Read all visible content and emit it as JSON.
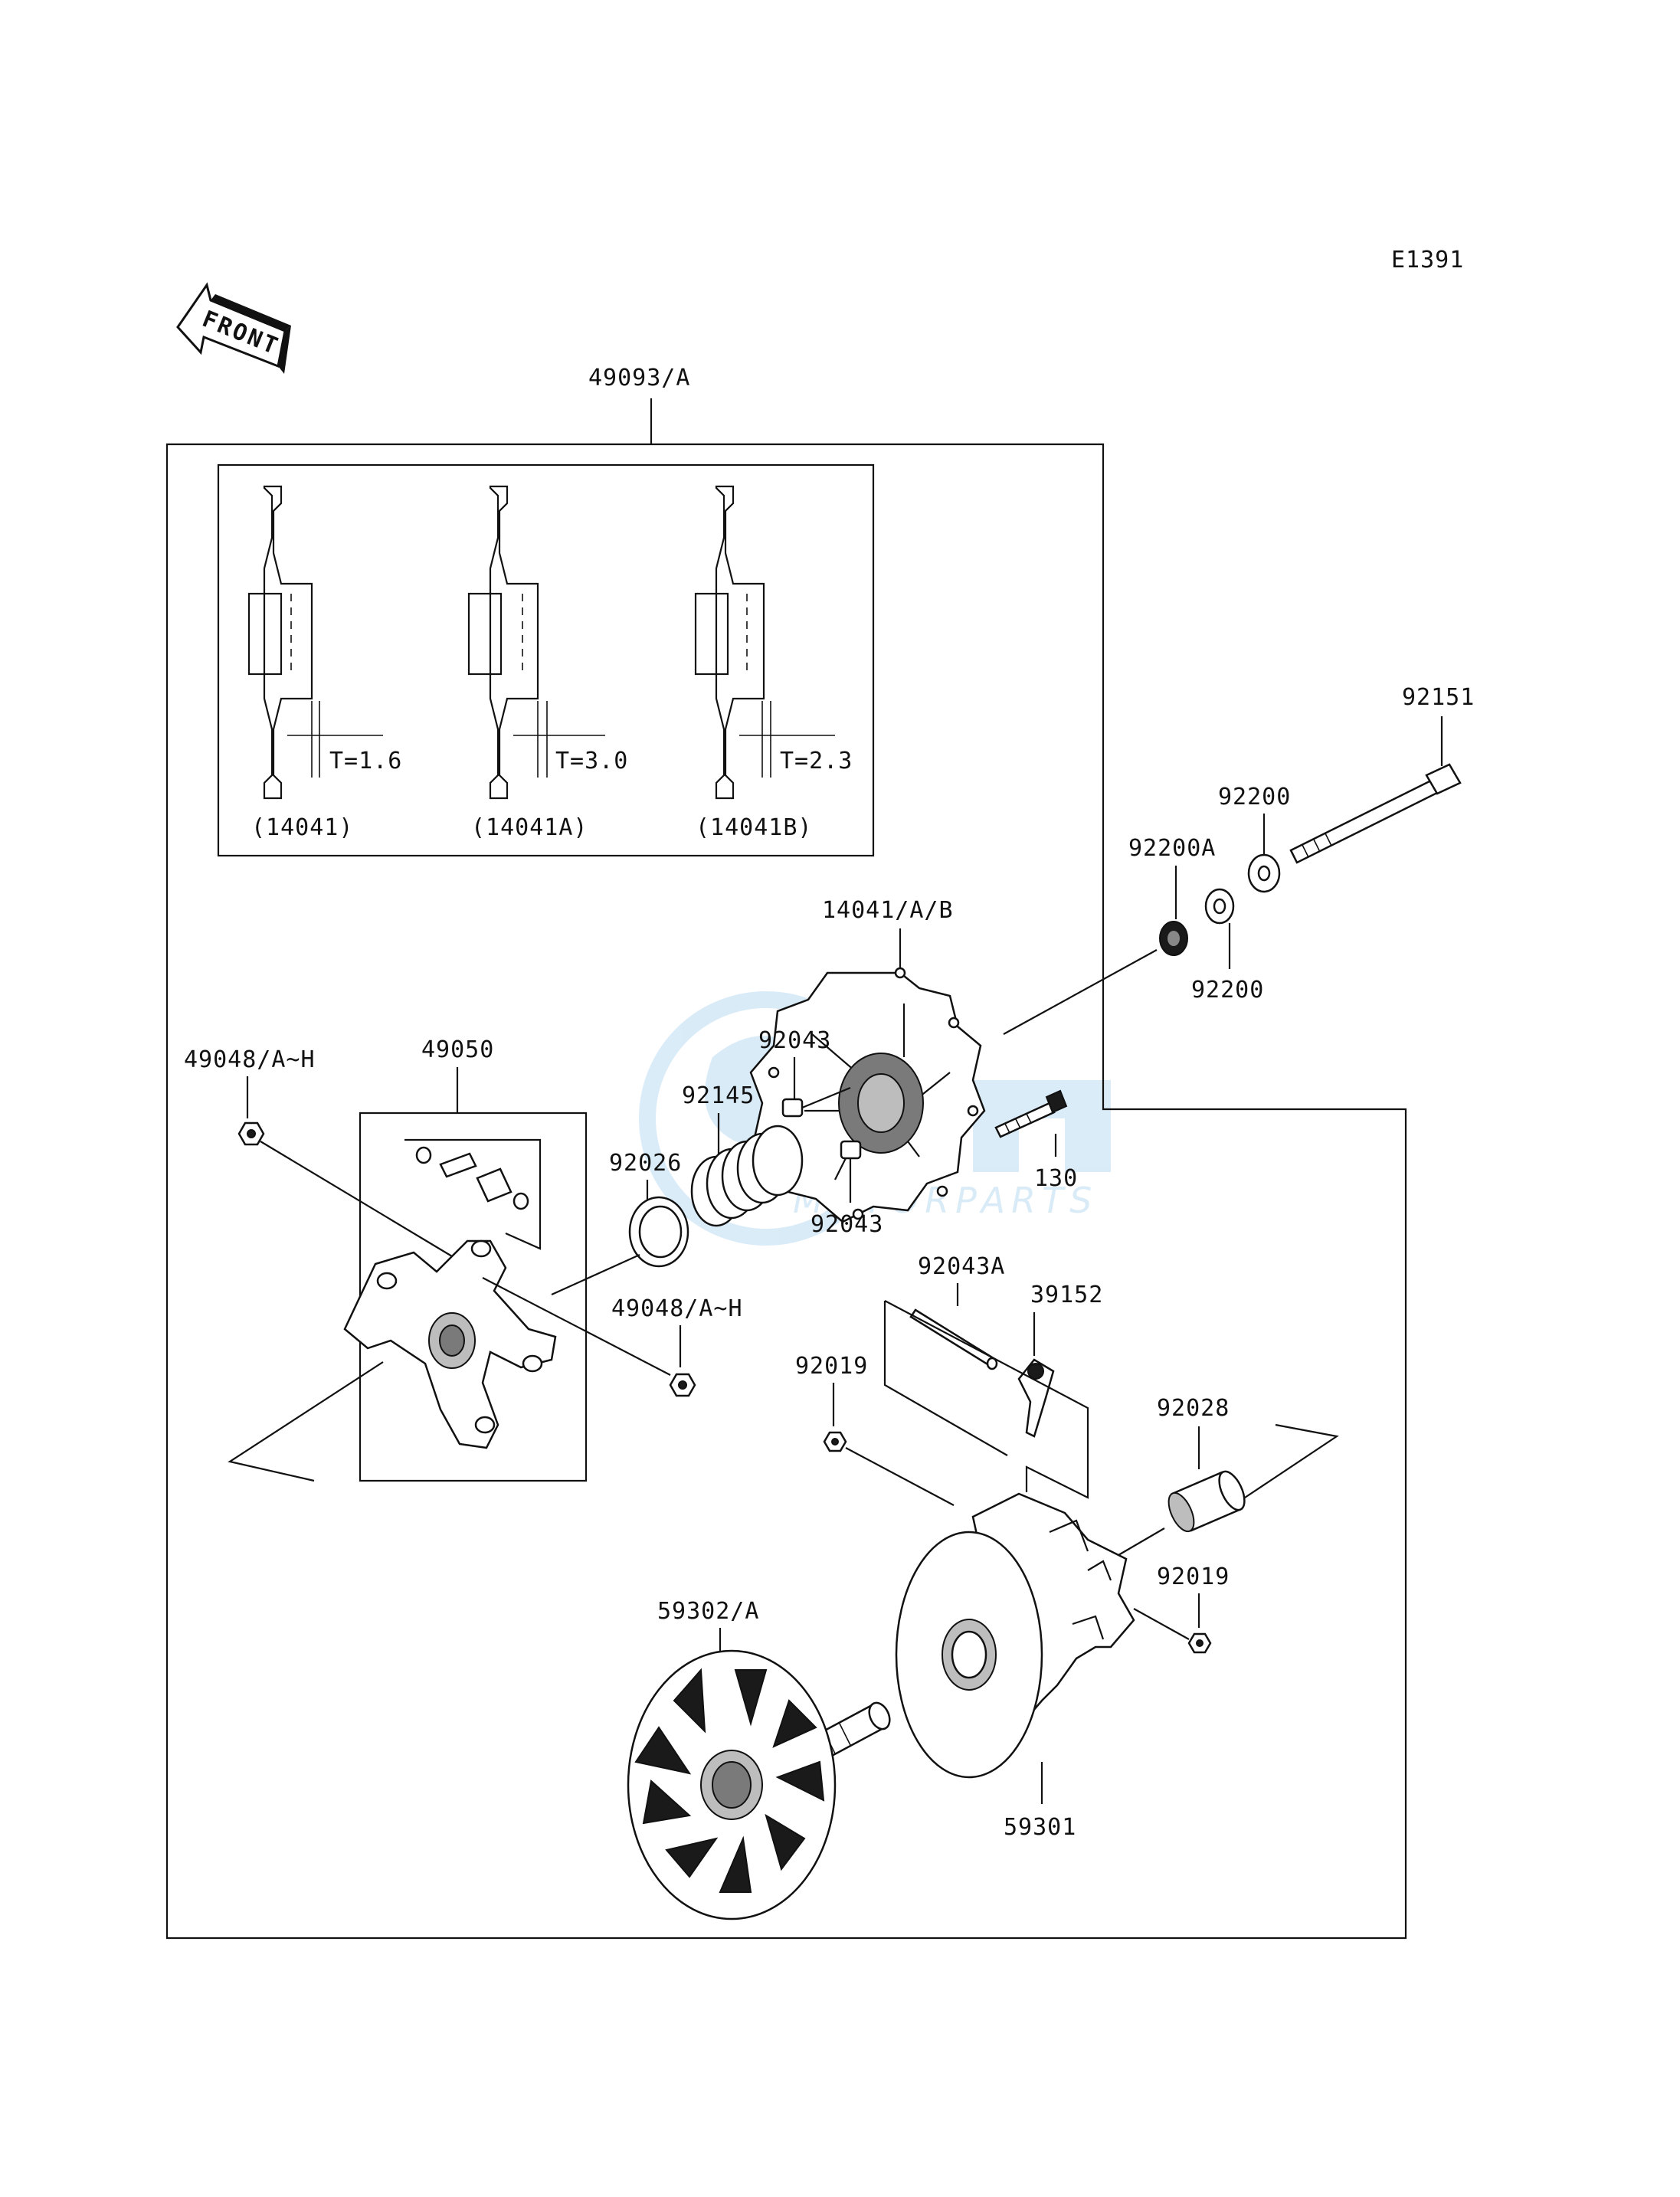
{
  "diagram": {
    "code": "E1391",
    "front_label": "FRONT",
    "assembly_label": "49093/A",
    "variants": [
      {
        "thickness": "T=1.6",
        "part": "(14041)"
      },
      {
        "thickness": "T=3.0",
        "part": "(14041A)"
      },
      {
        "thickness": "T=2.3",
        "part": "(14041B)"
      }
    ],
    "parts": {
      "p92151": "92151",
      "p92200_top": "92200",
      "p92200a": "92200A",
      "p92200_bottom": "92200",
      "p14041": "14041/A/B",
      "p92043_top": "92043",
      "p92145": "92145",
      "p92026": "92026",
      "p92043_bottom": "92043",
      "p130": "130",
      "p49048_left": "49048/A~H",
      "p49050": "49050",
      "p49048_right": "49048/A~H",
      "p92043a": "92043A",
      "p39152": "39152",
      "p92019_left": "92019",
      "p92028": "92028",
      "p92019_right": "92019",
      "p59302": "59302/A",
      "p59301": "59301"
    },
    "watermark": {
      "brand": "MOTORPARTS"
    }
  }
}
